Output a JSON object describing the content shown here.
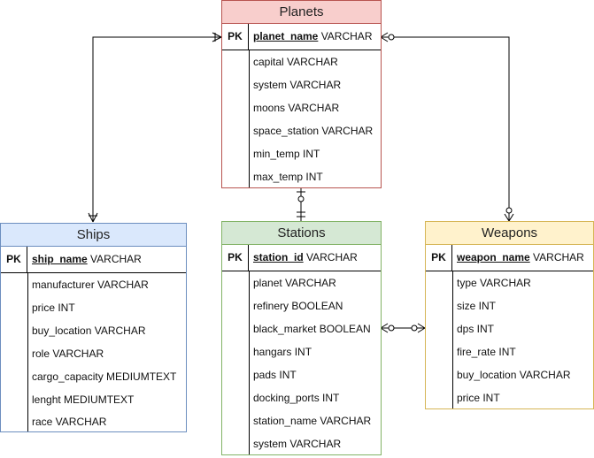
{
  "colors": {
    "planets": {
      "fill": "#f8cecc",
      "stroke": "#b85450"
    },
    "ships": {
      "fill": "#dae8fc",
      "stroke": "#6c8ebf"
    },
    "stations": {
      "fill": "#d5e8d4",
      "stroke": "#82b366"
    },
    "weapons": {
      "fill": "#fff2cc",
      "stroke": "#d6b656"
    }
  },
  "entities": {
    "planets": {
      "title": "Planets",
      "pk_label": "PK",
      "pk_name": "planet_name",
      "pk_type": " VARCHAR",
      "fields": [
        "capital VARCHAR",
        "system VARCHAR",
        "moons VARCHAR",
        "space_station VARCHAR",
        "min_temp INT",
        "max_temp INT"
      ]
    },
    "ships": {
      "title": "Ships",
      "pk_label": "PK",
      "pk_name": "ship_name",
      "pk_type": " VARCHAR",
      "fields": [
        "manufacturer VARCHAR",
        "price INT",
        "buy_location VARCHAR",
        "role VARCHAR",
        "cargo_capacity MEDIUMTEXT",
        "lenght MEDIUMTEXT",
        "race VARCHAR"
      ]
    },
    "stations": {
      "title": "Stations",
      "pk_label": "PK",
      "pk_name": "station_id",
      "pk_type": " VARCHAR",
      "fields": [
        "planet VARCHAR",
        "refinery BOOLEAN",
        "black_market BOOLEAN",
        "hangars INT",
        "pads INT",
        "docking_ports INT",
        "station_name VARCHAR",
        "system VARCHAR"
      ]
    },
    "weapons": {
      "title": "Weapons",
      "pk_label": "PK",
      "pk_name": "weapon_name",
      "pk_type": " VARCHAR",
      "fields": [
        "type VARCHAR",
        "size INT",
        "dps INT",
        "fire_rate INT",
        "buy_location VARCHAR",
        "price INT"
      ]
    }
  },
  "relationships": [
    {
      "from": "planets",
      "to": "ships",
      "from_end": "one-or-many",
      "to_end": "one-or-many"
    },
    {
      "from": "planets",
      "to": "weapons",
      "from_end": "zero-or-many",
      "to_end": "zero-or-many"
    },
    {
      "from": "planets",
      "to": "stations",
      "from_end": "zero-or-one",
      "to_end": "exactly-one"
    },
    {
      "from": "stations",
      "to": "weapons",
      "from_end": "zero-or-many",
      "to_end": "zero-or-many"
    }
  ]
}
